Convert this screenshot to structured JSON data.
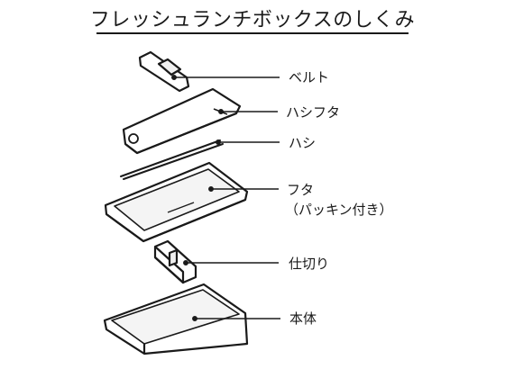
{
  "title": "フレッシュランチボックスのしくみ",
  "parts": [
    {
      "id": "belt",
      "label": "ベルト"
    },
    {
      "id": "chopstick-lid",
      "label": "ハシフタ"
    },
    {
      "id": "chopsticks",
      "label": "ハシ"
    },
    {
      "id": "lid",
      "label": "フタ",
      "sublabel": "（パッキン付き）"
    },
    {
      "id": "divider",
      "label": "仕切り"
    },
    {
      "id": "body",
      "label": "本体"
    }
  ]
}
